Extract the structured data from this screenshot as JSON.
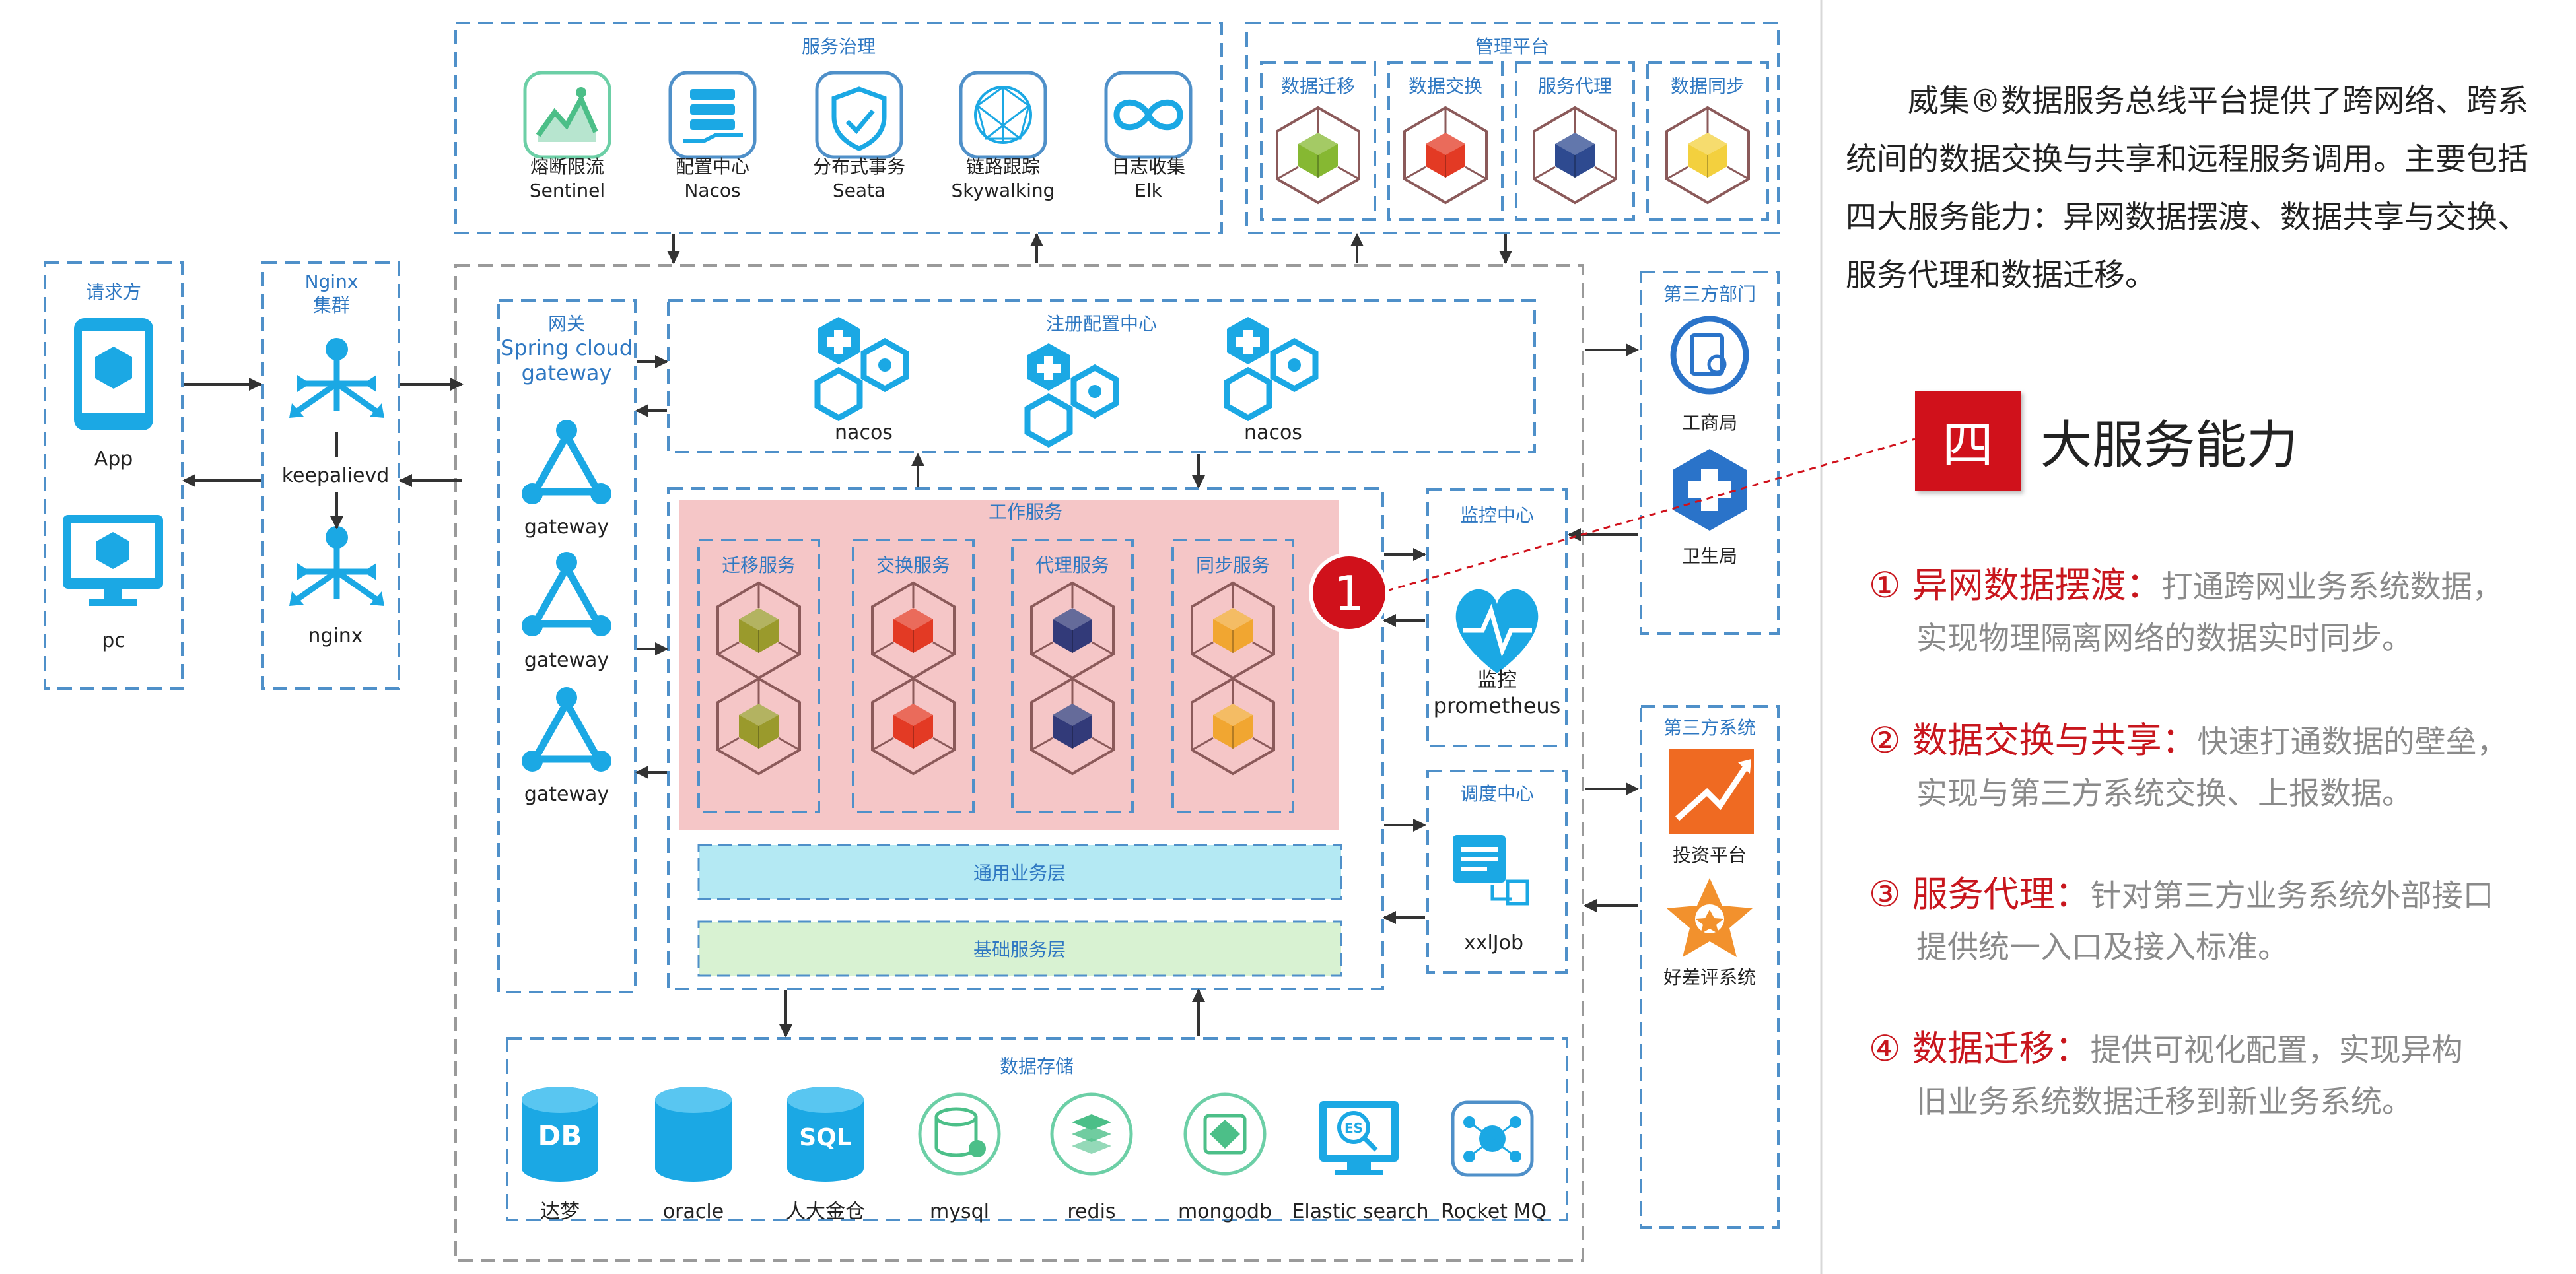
{
  "diagram": {
    "clients": {
      "title": "请求方",
      "app": "App",
      "pc": "pc"
    },
    "nginx": {
      "title_line1": "Nginx",
      "title_line2": "集群",
      "keepalived": "keepalievd",
      "nginx": "nginx"
    },
    "governance": {
      "title": "服务治理",
      "items": [
        {
          "name": "熔断限流",
          "sub": "Sentinel"
        },
        {
          "name": "配置中心",
          "sub": "Nacos"
        },
        {
          "name": "分布式事务",
          "sub": "Seata"
        },
        {
          "name": "链路跟踪",
          "sub": "Skywalking"
        },
        {
          "name": "日志收集",
          "sub": "Elk"
        }
      ]
    },
    "management": {
      "title": "管理平台",
      "items": [
        "数据迁移",
        "数据交换",
        "服务代理",
        "数据同步"
      ]
    },
    "gateway": {
      "title_line1": "网关",
      "title_line2": "Spring cloud",
      "title_line3": "gateway",
      "items": [
        "gateway",
        "gateway",
        "gateway"
      ]
    },
    "registry": {
      "title": "注册配置中心",
      "items": [
        "nacos",
        "",
        "nacos"
      ]
    },
    "work": {
      "title": "工作服务",
      "columns": [
        "迁移服务",
        "交换服务",
        "代理服务",
        "同步服务"
      ],
      "badge": "1"
    },
    "layers": {
      "common": "通用业务层",
      "base": "基础服务层"
    },
    "monitor": {
      "title": "监控中心",
      "label1": "监控",
      "label2": "prometheus"
    },
    "scheduler": {
      "title": "调度中心",
      "label": "xxlJob"
    },
    "storage": {
      "title": "数据存储",
      "items": [
        "达梦",
        "oracle",
        "人大金仓",
        "mysql",
        "redis",
        "mongodb",
        "Elastic search",
        "Rocket MQ"
      ]
    },
    "third_dept": {
      "title": "第三方部门",
      "items": [
        "工商局",
        "卫生局"
      ]
    },
    "third_sys": {
      "title": "第三方系统",
      "items": [
        "投资平台",
        "好差评系统"
      ]
    }
  },
  "description": {
    "text": "威集®数据服务总线平台提供了跨网络、跨系统间的数据交换与共享和远程服务调用。主要包括四大服务能力：异网数据摆渡、数据共享与交换、服务代理和数据迁移。"
  },
  "capabilities": {
    "badge": "四",
    "title": "大服务能力",
    "items": [
      {
        "head": "① 异网数据摆渡：",
        "line1": "打通跨网业务系统数据，",
        "line2": "实现物理隔离网络的数据实时同步。"
      },
      {
        "head": "② 数据交换与共享：",
        "line1": "快速打通数据的壁垒，",
        "line2": "实现与第三方系统交换、上报数据。"
      },
      {
        "head": "③ 服务代理：",
        "line1": "针对第三方业务系统外部接口",
        "line2": "提供统一入口及接入标准。"
      },
      {
        "head": "④ 数据迁移：",
        "line1": "提供可视化配置，实现异构",
        "line2": "旧业务系统数据迁移到新业务系统。"
      }
    ]
  },
  "colors": {
    "dash": "#4f90c9",
    "blue_text": "#2f78c2",
    "cyan_icon": "#1ba8e4",
    "pink_bg": "#f5c6c7",
    "red": "#d0111b",
    "olive_cube": "#9a9a2c",
    "red_cube": "#e33a24",
    "navy_cube": "#323a79",
    "orange_cube": "#f1a631",
    "green_cube": "#86b832",
    "yellow_cube": "#f3d03e"
  }
}
